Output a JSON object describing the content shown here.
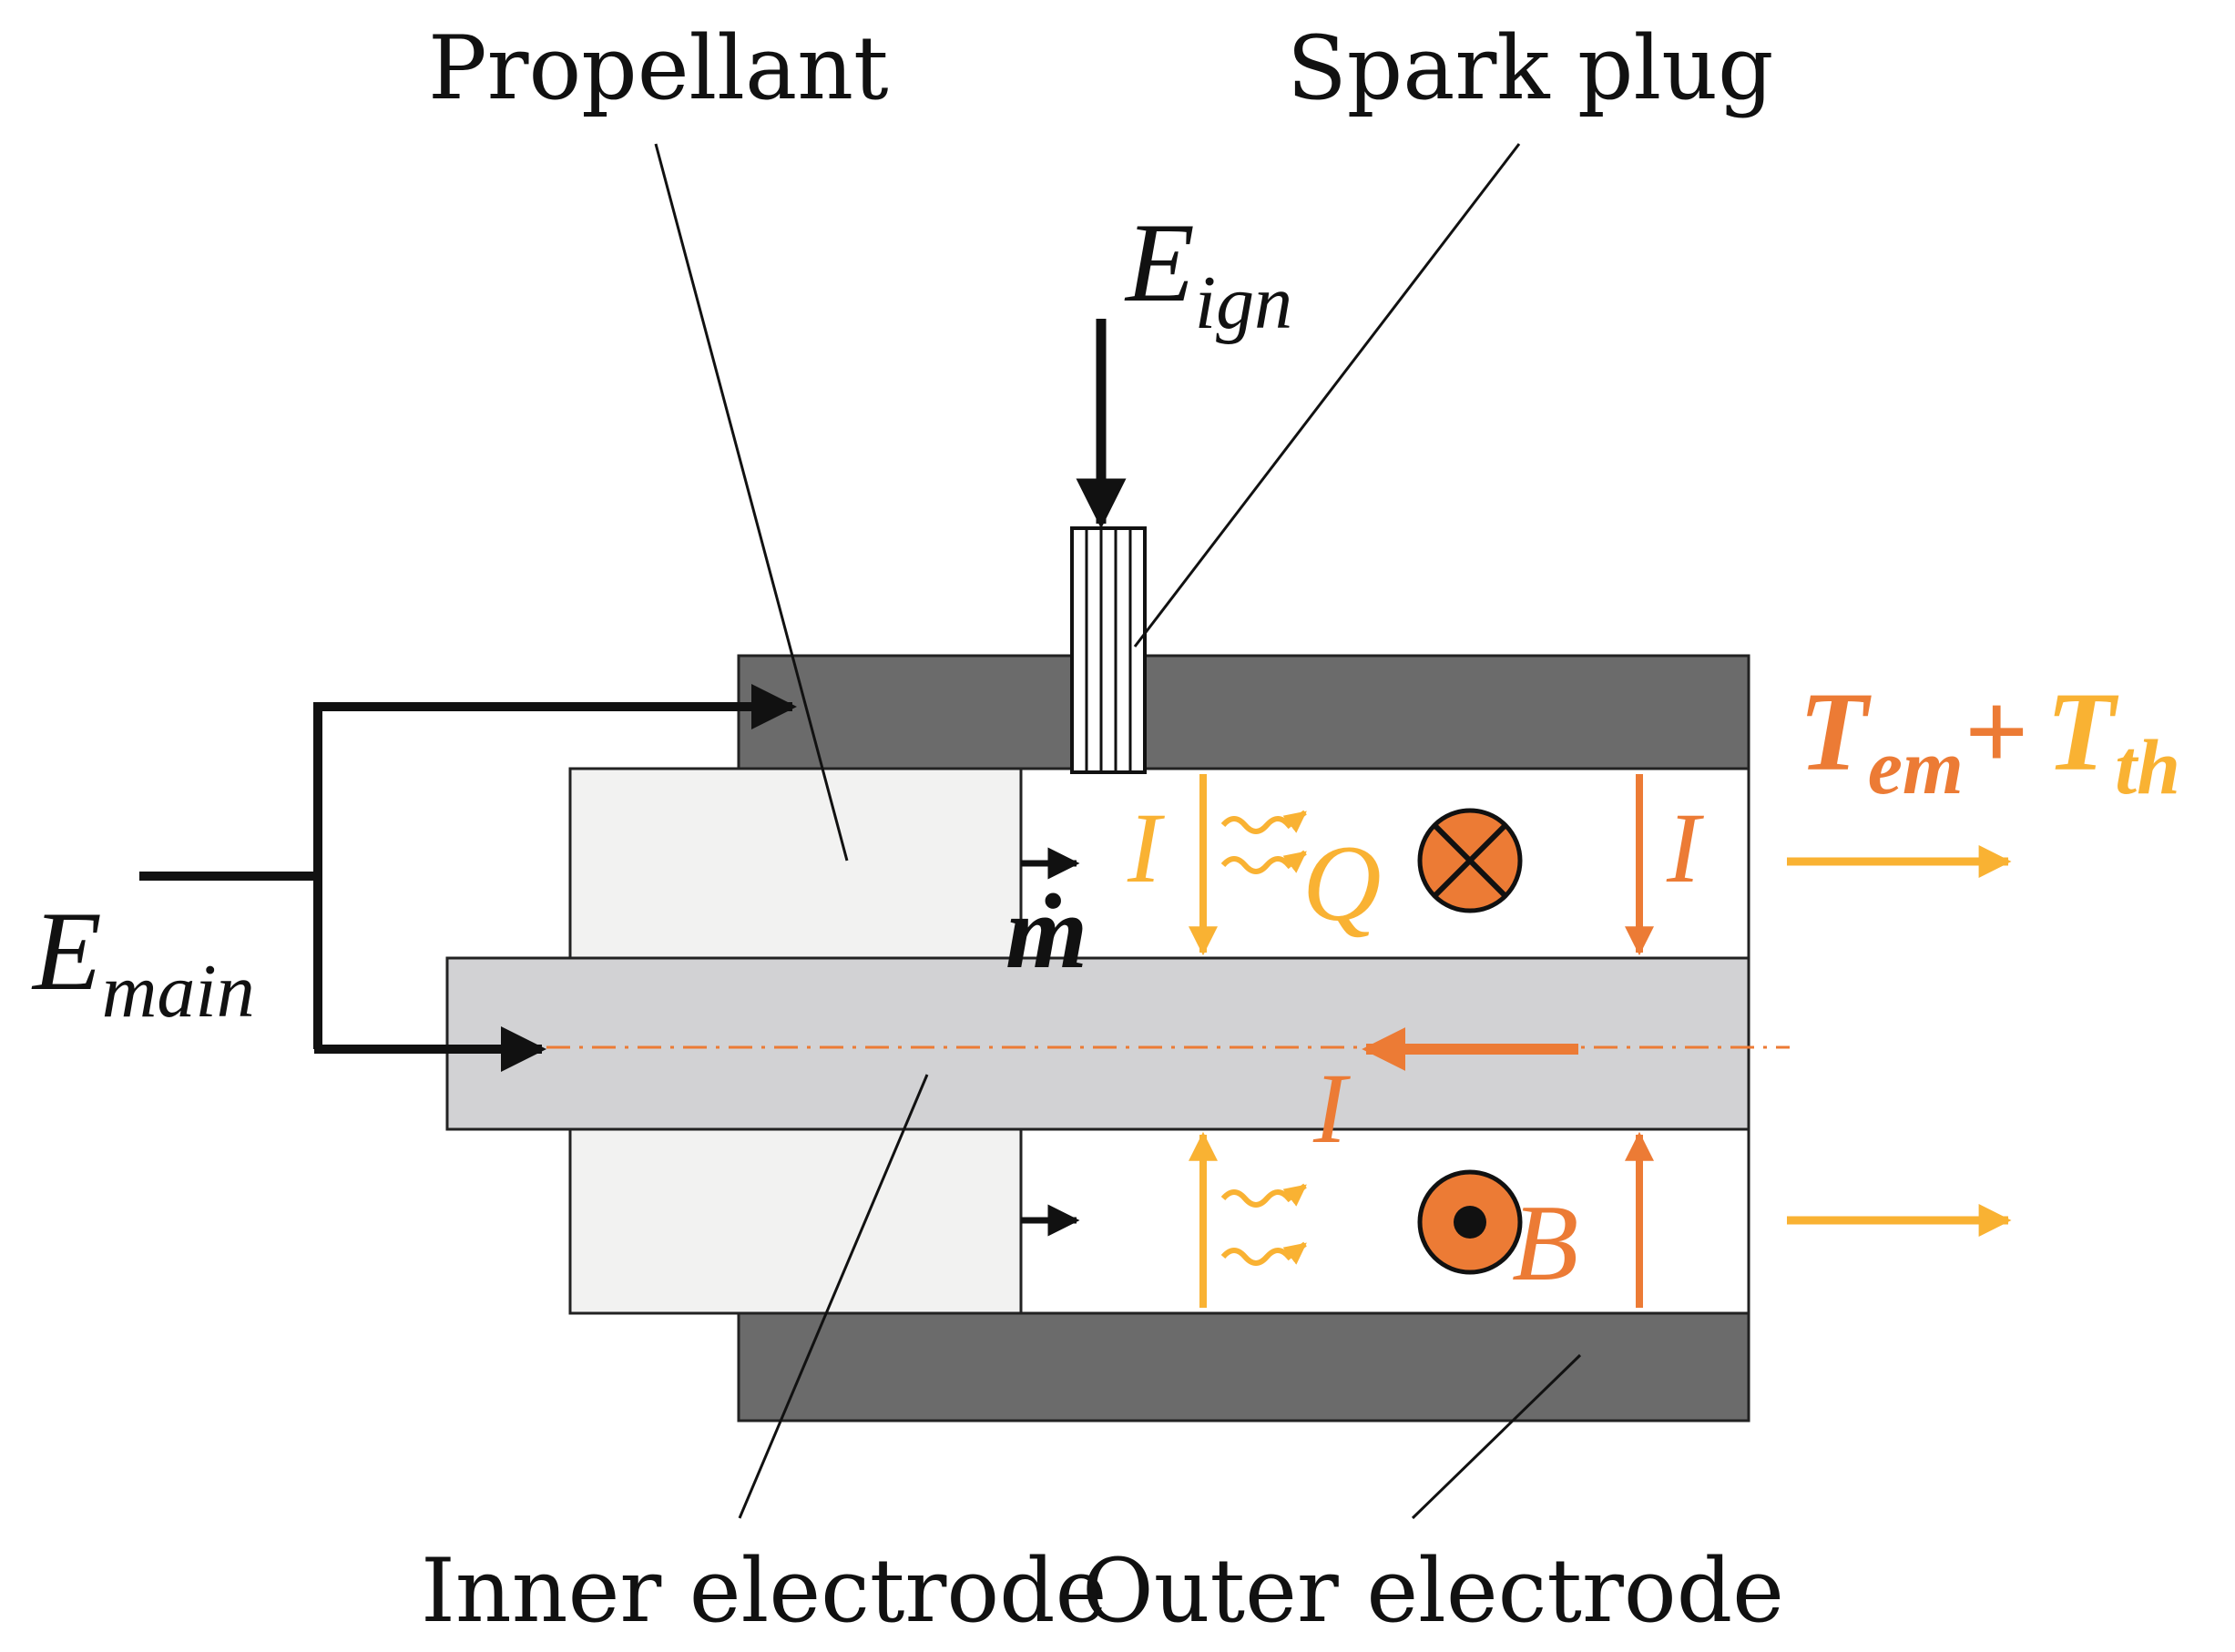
{
  "labels": {
    "propellant": "Propellant",
    "spark_plug": "Spark plug",
    "inner_electrode": "Inner electrode",
    "outer_electrode": "Outer electrode"
  },
  "symbols": {
    "e_ign_main": "E",
    "e_ign_sub": "ign",
    "e_main_main": "E",
    "e_main_sub": "main",
    "mdot": "ṁ",
    "current": "I",
    "heat": "Q",
    "field": "B",
    "thrust_em_main": "T",
    "thrust_em_sub": "em",
    "plus": "+",
    "thrust_th_main": "T",
    "thrust_th_sub": "th"
  },
  "colors": {
    "outer_electrode_fill": "#6b6b6b",
    "inner_electrode_fill": "#d2d2d4",
    "propellant_fill": "#f2f2f1",
    "em_orange": "#ec7b35",
    "thermal_yellow": "#f9b233",
    "line": "#111111"
  },
  "icons": {
    "field_into_page": "circled-x-icon",
    "field_out_of_page": "circled-dot-icon",
    "heat_flow": "wavy-arrow-icon"
  }
}
